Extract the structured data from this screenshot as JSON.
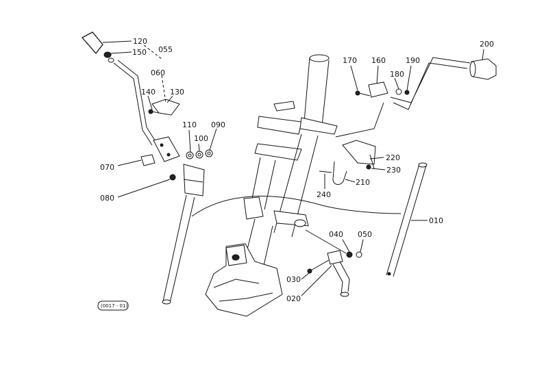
{
  "diagram": {
    "ref_code": "(0017 - 01)",
    "labels": {
      "p010": "010",
      "p020": "020",
      "p030": "030",
      "p040": "040",
      "p050": "050",
      "p055": "055",
      "p060": "060",
      "p070": "070",
      "p080": "080",
      "p090": "090",
      "p100": "100",
      "p110": "110",
      "p120": "120",
      "p130": "130",
      "p140": "140",
      "p150": "150",
      "p160": "160",
      "p170": "170",
      "p180": "180",
      "p190": "190",
      "p200": "200",
      "p210": "210",
      "p220": "220",
      "p230": "230",
      "p240": "240"
    }
  }
}
